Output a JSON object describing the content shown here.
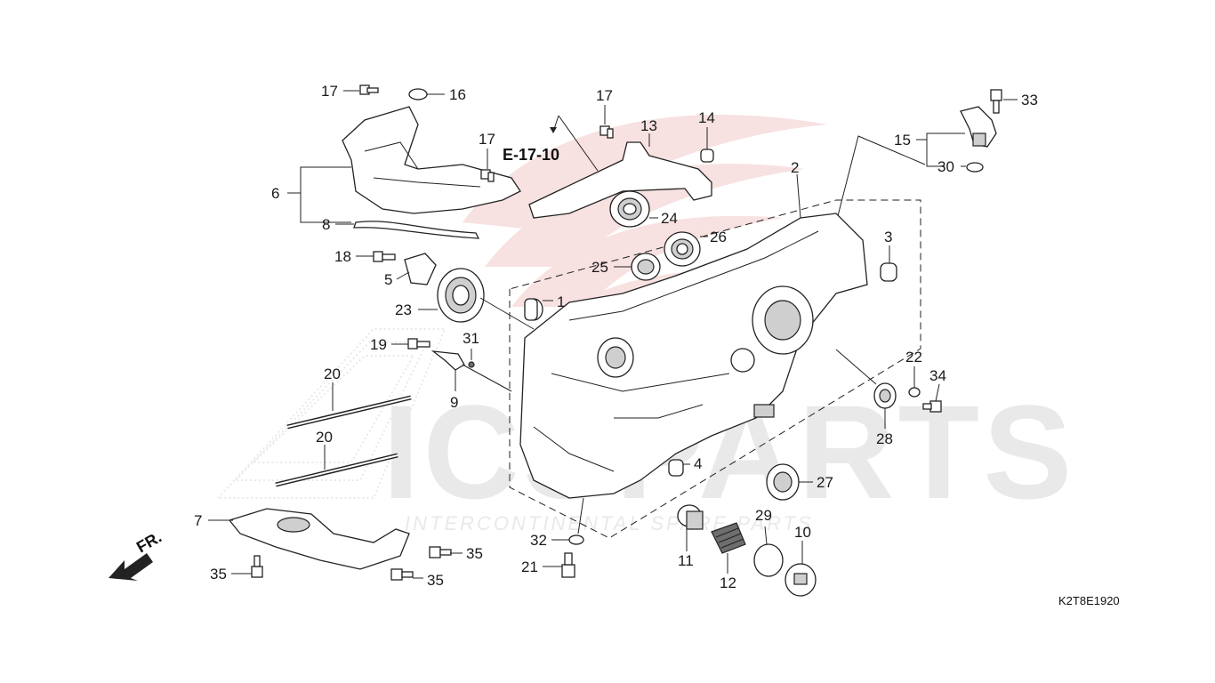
{
  "diagram": {
    "section_reference": "E-17-10",
    "drawing_code": "K2T8E1920",
    "front_indicator": "FR.",
    "watermark": {
      "main": "ICSPARTS",
      "sub": "INTERCONTINENTAL SPARE PARTS"
    },
    "callouts": [
      "1",
      "2",
      "3",
      "4",
      "5",
      "6",
      "7",
      "8",
      "9",
      "10",
      "11",
      "12",
      "13",
      "14",
      "15",
      "16",
      "17",
      "17",
      "17",
      "18",
      "19",
      "20",
      "20",
      "21",
      "22",
      "23",
      "24",
      "25",
      "26",
      "27",
      "28",
      "29",
      "30",
      "31",
      "32",
      "33",
      "34",
      "35",
      "35",
      "35"
    ]
  }
}
